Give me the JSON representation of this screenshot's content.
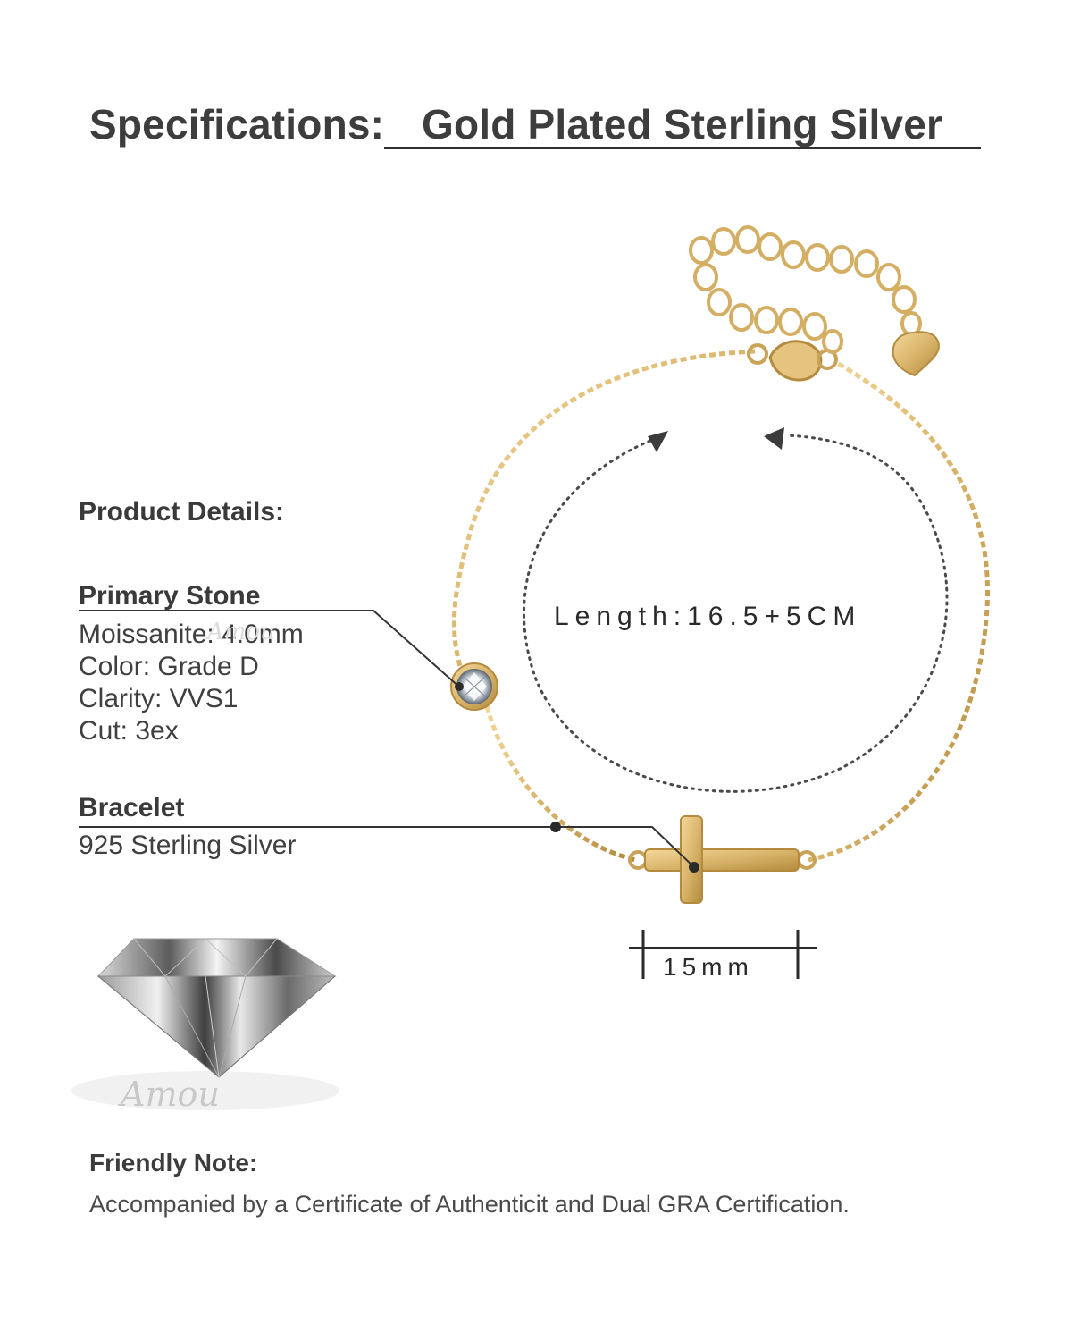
{
  "header": {
    "label": "Specifications:",
    "value": "Gold Plated Sterling Silver"
  },
  "product_details": {
    "title": "Product Details:"
  },
  "primary_stone": {
    "title": "Primary Stone",
    "lines": [
      "Moissanite: 4.0mm",
      "Color: Grade D",
      "Clarity: VVS1",
      "Cut: 3ex"
    ]
  },
  "bracelet": {
    "title": "Bracelet",
    "material": "925 Sterling Silver"
  },
  "measurements": {
    "length": "Length:16.5+5CM",
    "width": "15mm"
  },
  "watermark": {
    "brand": "Amou"
  },
  "friendly_note": {
    "title": "Friendly Note:",
    "text": "Accompanied by a Certificate of Authenticit and Dual GRA Certification."
  },
  "colors": {
    "gold": "#d9b56b",
    "gold_dark": "#b89046",
    "text": "#3a3a3a",
    "line": "#2f2f2f"
  }
}
